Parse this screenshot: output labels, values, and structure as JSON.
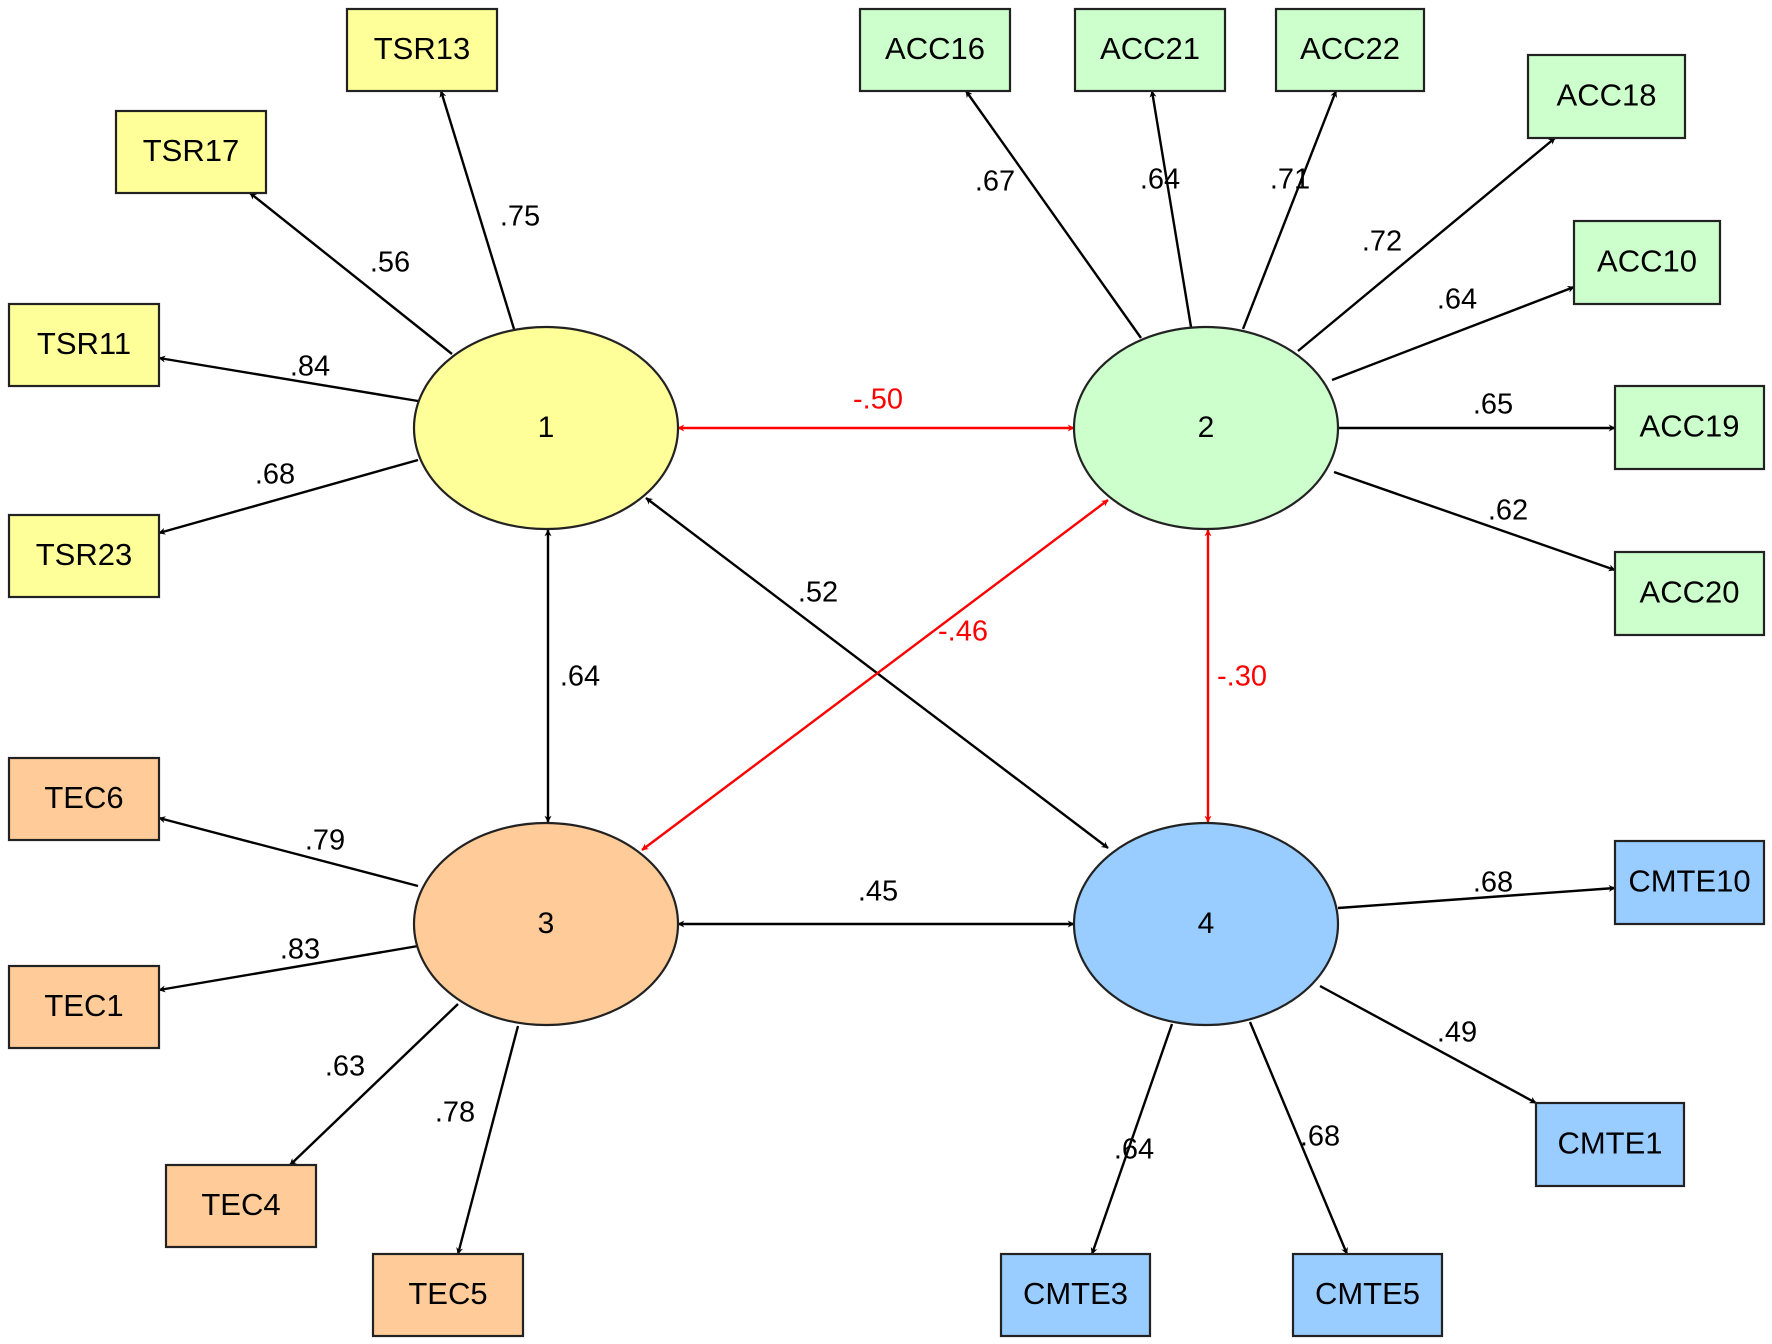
{
  "colors": {
    "factor1": "#ffff99",
    "factor2": "#ccffcc",
    "factor3": "#ffcc99",
    "factor4": "#99ccff",
    "line": "#000000",
    "negative": "#ff0000"
  },
  "factors": [
    {
      "id": "f1",
      "label": "1",
      "group": "factor1"
    },
    {
      "id": "f2",
      "label": "2",
      "group": "factor2"
    },
    {
      "id": "f3",
      "label": "3",
      "group": "factor3"
    },
    {
      "id": "f4",
      "label": "4",
      "group": "factor4"
    }
  ],
  "indicators": [
    {
      "id": "TSR13",
      "label": "TSR13",
      "factor": "f1",
      "loading": ".75"
    },
    {
      "id": "TSR17",
      "label": "TSR17",
      "factor": "f1",
      "loading": ".56"
    },
    {
      "id": "TSR11",
      "label": "TSR11",
      "factor": "f1",
      "loading": ".84"
    },
    {
      "id": "TSR23",
      "label": "TSR23",
      "factor": "f1",
      "loading": ".68"
    },
    {
      "id": "ACC16",
      "label": "ACC16",
      "factor": "f2",
      "loading": ".67"
    },
    {
      "id": "ACC21",
      "label": "ACC21",
      "factor": "f2",
      "loading": ".64"
    },
    {
      "id": "ACC22",
      "label": "ACC22",
      "factor": "f2",
      "loading": ".71"
    },
    {
      "id": "ACC18",
      "label": "ACC18",
      "factor": "f2",
      "loading": ".72"
    },
    {
      "id": "ACC10",
      "label": "ACC10",
      "factor": "f2",
      "loading": ".64"
    },
    {
      "id": "ACC19",
      "label": "ACC19",
      "factor": "f2",
      "loading": ".65"
    },
    {
      "id": "ACC20",
      "label": "ACC20",
      "factor": "f2",
      "loading": ".62"
    },
    {
      "id": "TEC6",
      "label": "TEC6",
      "factor": "f3",
      "loading": ".79"
    },
    {
      "id": "TEC1",
      "label": "TEC1",
      "factor": "f3",
      "loading": ".83"
    },
    {
      "id": "TEC4",
      "label": "TEC4",
      "factor": "f3",
      "loading": ".63"
    },
    {
      "id": "TEC5",
      "label": "TEC5",
      "factor": "f3",
      "loading": ".78"
    },
    {
      "id": "CMTE10",
      "label": "CMTE10",
      "factor": "f4",
      "loading": ".68"
    },
    {
      "id": "CMTE1",
      "label": "CMTE1",
      "factor": "f4",
      "loading": ".49"
    },
    {
      "id": "CMTE3",
      "label": "CMTE3",
      "factor": "f4",
      "loading": ".64"
    },
    {
      "id": "CMTE5",
      "label": "CMTE5",
      "factor": "f4",
      "loading": ".68"
    }
  ],
  "correlations": [
    {
      "from": "f1",
      "to": "f2",
      "value": "-.50",
      "negative": true
    },
    {
      "from": "f1",
      "to": "f3",
      "value": ".64",
      "negative": false
    },
    {
      "from": "f1",
      "to": "f4",
      "value": ".52",
      "negative": false
    },
    {
      "from": "f2",
      "to": "f3",
      "value": "-.46",
      "negative": true
    },
    {
      "from": "f2",
      "to": "f4",
      "value": "-.30",
      "negative": true
    },
    {
      "from": "f3",
      "to": "f4",
      "value": ".45",
      "negative": false
    }
  ]
}
